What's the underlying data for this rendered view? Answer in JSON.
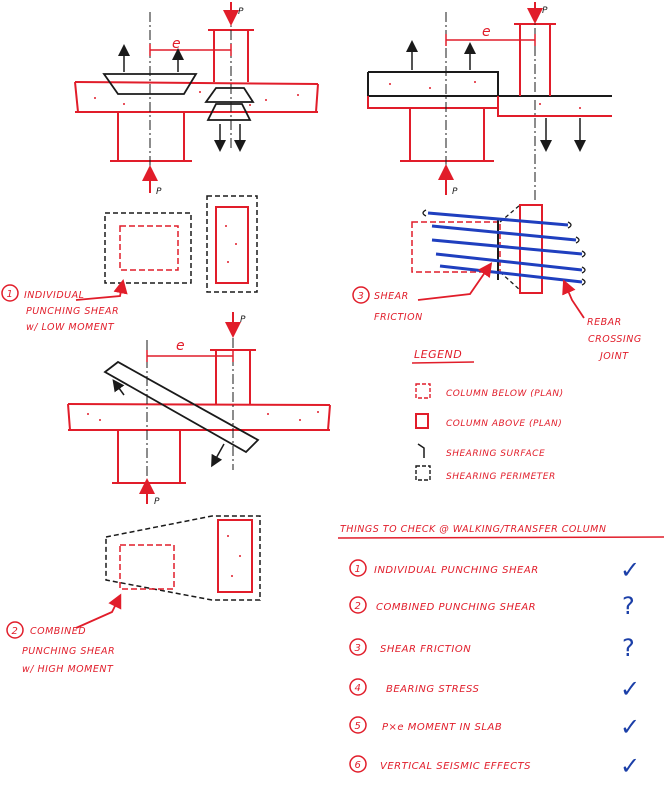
{
  "colors": {
    "red": "#e11d2a",
    "black": "#1a1a1a",
    "blue": "#1f3fbf",
    "check": "#1b3fa8"
  },
  "labels": {
    "p": "P",
    "e": "e"
  },
  "diagram1": {
    "number": "1",
    "lines": [
      "INDIVIDUAL",
      "PUNCHING SHEAR",
      "w/ LOW MOMENT"
    ]
  },
  "diagram2": {
    "number": "2",
    "lines": [
      "COMBINED",
      "PUNCHING SHEAR",
      "w/ HIGH MOMENT"
    ]
  },
  "diagram3": {
    "number": "3",
    "lines": [
      "SHEAR",
      "FRICTION"
    ],
    "rebar_lines": [
      "REBAR",
      "CROSSING",
      "JOINT"
    ]
  },
  "legend": {
    "title": "LEGEND",
    "items": [
      {
        "icon": "dashed-square-icon",
        "label": "COLUMN BELOW (PLAN)"
      },
      {
        "icon": "solid-square-icon",
        "label": "COLUMN ABOVE (PLAN)"
      },
      {
        "icon": "shearing-surface-icon",
        "label": "SHEARING SURFACE"
      },
      {
        "icon": "shear-perimeter-icon",
        "label": "SHEARING PERIMETER"
      }
    ]
  },
  "checklist": {
    "title": "THINGS TO CHECK @ WALKING/TRANSFER COLUMN",
    "items": [
      {
        "num": "1",
        "label": "INDIVIDUAL PUNCHING SHEAR",
        "mark": "✓"
      },
      {
        "num": "2",
        "label": "COMBINED PUNCHING SHEAR",
        "mark": "?"
      },
      {
        "num": "3",
        "label": "SHEAR FRICTION",
        "mark": "?"
      },
      {
        "num": "4",
        "label": "BEARING STRESS",
        "mark": "✓"
      },
      {
        "num": "5",
        "label": "P×e MOMENT IN SLAB",
        "mark": "✓"
      },
      {
        "num": "6",
        "label": "VERTICAL SEISMIC EFFECTS",
        "mark": "✓"
      }
    ]
  }
}
